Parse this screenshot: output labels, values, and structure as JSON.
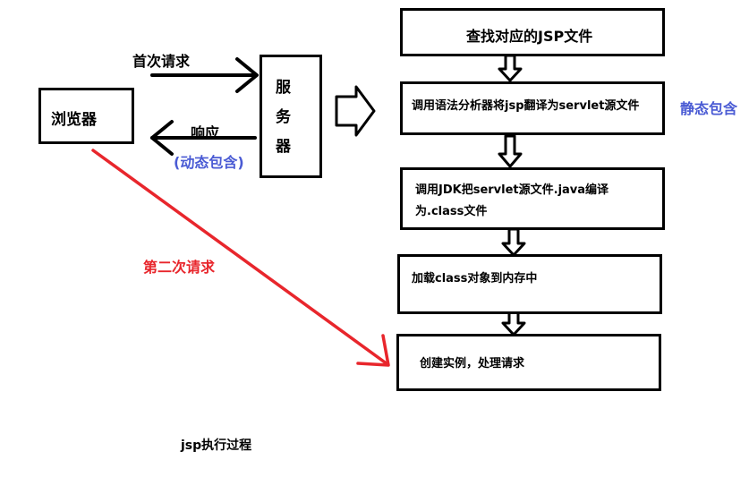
{
  "browser_label": "浏览器",
  "server_label": [
    "服",
    "务",
    "器"
  ],
  "first_request_label": "首次请求",
  "response_label": "响应",
  "dynamic_include_label": "(动态包含)",
  "second_request_label": "第二次请求",
  "static_include_label": "静态包含",
  "steps": [
    "查找对应的JSP文件",
    "调用语法分析器将jsp翻译为servlet源文件",
    "调用JDK把servlet源文件.java编译",
    "为.class文件",
    "加载class对象到内存中",
    "创建实例，处理请求"
  ],
  "caption": "jsp执行过程",
  "colors": {
    "red": "#e8262c",
    "blue": "#4a5bd4",
    "black": "#000000"
  }
}
